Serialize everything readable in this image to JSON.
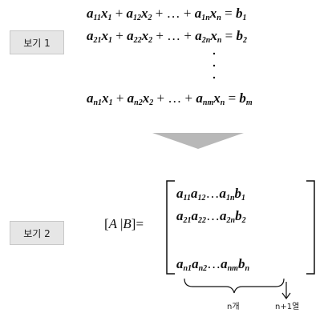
{
  "labels": {
    "example1": "보기 1",
    "example2": "보기 2"
  },
  "system": {
    "row1": "a11x1 + a12x2 + ... + a1nxn = b1",
    "row2": "a21x1 + a22x2 + ... + a2nxn = b2",
    "rowm": "an1x1 + an2x2 + ... + anmxn = bm"
  },
  "augmented": {
    "lhs": "[A |B]",
    "row1": "a11a12...a1nb1",
    "row2": "a21a22...a2nb2",
    "rowm": "an1an2...anmbn"
  },
  "annotations": {
    "n_columns": "n개",
    "last_column": "n+1열"
  },
  "colors": {
    "label_bg": "#e6e6e6",
    "arrow": "#b8b8b8"
  }
}
